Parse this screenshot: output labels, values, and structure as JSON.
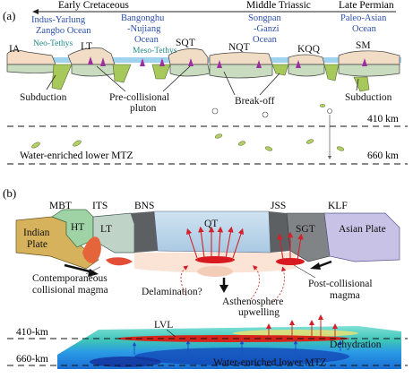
{
  "panel_a": {
    "label": "(a)",
    "time_labels": {
      "early_cretaceous": "Early Cretaceous",
      "middle_triassic": "Middle Triassic",
      "late_permian": "Late Permian"
    },
    "oceans": {
      "indus_line1": "Indus-Yarlung",
      "indus_line2": "Zangbo Ocean",
      "bang_line1": "Bangonghu",
      "bang_line2": "-Nujiang",
      "bang_line3": "Ocean",
      "song_line1": "Songpan",
      "song_line2": "-Ganzi",
      "song_line3": "Ocean",
      "paleo_line1": "Paleo-Asian",
      "paleo_line2": "Ocean"
    },
    "terranes": {
      "ia": "IA",
      "lt": "LT",
      "sqt": "SQT",
      "nqt": "NQT",
      "kqq": "KQQ",
      "sm": "SM"
    },
    "tethys": {
      "neo": "Neo-Tethys",
      "meso": "Meso-Tethys"
    },
    "annotations": {
      "subduction_left": "Subduction",
      "precollisional_1": "Pre-collisional",
      "precollisional_2": "pluton",
      "breakoff": "Break-off",
      "subduction_right": "Subduction"
    },
    "depth_410": "410 km",
    "depth_660": "660 km",
    "mtz_label": "Water-enriched lower MTZ"
  },
  "panel_b": {
    "label": "(b)",
    "faults": {
      "mbt": "MBT",
      "its": "ITS",
      "bns": "BNS",
      "jss": "JSS",
      "klf": "KLF"
    },
    "blocks": {
      "ht": "HT",
      "lt": "LT",
      "qt": "QT",
      "sgt": "SGT",
      "indian_1": "Indian",
      "indian_2": "Plate",
      "asian": "Asian Plate"
    },
    "annotations": {
      "contemp_1": "Contemporaneous",
      "contemp_2": "collisional magma",
      "delamination": "Delamination?",
      "asthen_1": "Asthenosphere",
      "asthen_2": "upwelling",
      "postcol_1": "Post-collisional",
      "postcol_2": "magma"
    },
    "depth_410": "410-km",
    "depth_660": "660-km",
    "lvl": "LVL",
    "dehydration": "Dehydration",
    "mtz_label": "Water-enriched lower MTZ"
  }
}
